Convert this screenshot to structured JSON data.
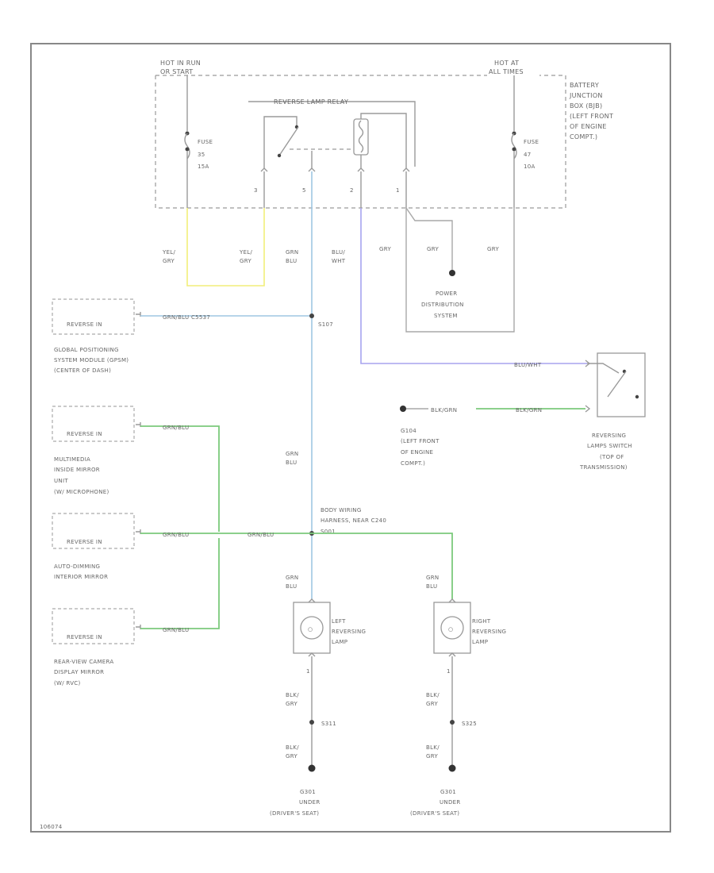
{
  "labels": {
    "hot_run_start": [
      "HOT IN RUN",
      "OR START"
    ],
    "hot_at_all": [
      "HOT AT",
      "ALL TIMES"
    ],
    "battery_jbox": [
      "BATTERY",
      "JUNCTION",
      "BOX (BJB)",
      "(LEFT FRONT",
      "OF ENGINE",
      "COMPT.)"
    ],
    "relay_title": "REVERSE LAMP RELAY",
    "fuse_left": [
      "FUSE",
      "35",
      "15A"
    ],
    "fuse_right": [
      "FUSE",
      "47",
      "10A"
    ],
    "pins": [
      "3",
      "5",
      "2",
      "1"
    ],
    "wire_yel_gry_1": [
      "YEL/",
      "GRY"
    ],
    "wire_yel_gry_2": [
      "YEL/",
      "GRY"
    ],
    "wire_grn_blu_top": [
      "GRN",
      "BLU"
    ],
    "wire_blu_wht": [
      "BLU/",
      "WHT"
    ],
    "wire_gry_1": "GRY",
    "wire_gry_2": "GRY",
    "wire_gry_3": "GRY",
    "power_dist": [
      "POWER",
      "DISTRIBUTION",
      "SYSTEM"
    ],
    "gps_connector": "REVERSE IN",
    "gps_wire": "GRN/BLU   C5537",
    "splice_s107": "S107",
    "gps_name": [
      "GLOBAL POSITIONING",
      "SYSTEM MODULE (GPSM)",
      "(CENTER OF DASH)"
    ],
    "blu_wht_h": "BLU/WHT",
    "ground_g104_wire": "BLK/GRN",
    "blk_grn_switch": "BLK/GRN",
    "g104_name": [
      "G104",
      "(LEFT FRONT",
      "OF ENGINE",
      "COMPT.)"
    ],
    "reversing_switch": [
      "REVERSING",
      "LAMPS SWITCH",
      "(TOP OF",
      "TRANSMISSION)"
    ],
    "mm_connector": "REVERSE IN",
    "mm_wire": "GRN/BLU",
    "mm_name": [
      "MULTIMEDIA",
      "INSIDE MIRROR",
      "UNIT",
      "(W/ MICROPHONE)"
    ],
    "grn_blu_mid": [
      "GRN",
      "BLU"
    ],
    "body_harness": [
      "BODY WIRING",
      "HARNESS, NEAR C240",
      "S001"
    ],
    "ad_connector": "REVERSE IN",
    "ad_wire": "GRN/BLU",
    "ad_wire2": "GRN/BLU",
    "ad_name": [
      "AUTO-DIMMING",
      "INTERIOR MIRROR"
    ],
    "rv_connector": "REVERSE IN",
    "rv_wire": "GRN/BLU",
    "rv_name": [
      "REAR-VIEW CAMERA",
      "DISPLAY MIRROR",
      "(W/ RVC)"
    ],
    "grn_blu_left": [
      "GRN",
      "BLU"
    ],
    "grn_blu_right": [
      "GRN",
      "BLU"
    ],
    "left_lamp": [
      "LEFT",
      "REVERSING",
      "LAMP"
    ],
    "right_lamp": [
      "RIGHT",
      "REVERSING",
      "LAMP"
    ],
    "pin_1_left": "1",
    "pin_1_right": "1",
    "blk_gry_l1": [
      "BLK/",
      "GRY"
    ],
    "blk_gry_r1": [
      "BLK/",
      "GRY"
    ],
    "splice_s311": "S311",
    "splice_s325": "S325",
    "blk_gry_l2": [
      "BLK/",
      "GRY"
    ],
    "blk_gry_r2": [
      "BLK/",
      "GRY"
    ],
    "gnd_left": [
      "G301",
      "UNDER",
      "(DRIVER'S SEAT)"
    ],
    "gnd_right": [
      "G301",
      "UNDER",
      "(DRIVER'S SEAT)"
    ],
    "figure_id": "106074"
  },
  "colors": {
    "yellow_wire": "#f2ee7a",
    "blue_wire": "#9fc7e2",
    "green_wire": "#7cca7c",
    "violet_wire": "#a7a4ee",
    "black_wire": "#9a9a9a"
  }
}
